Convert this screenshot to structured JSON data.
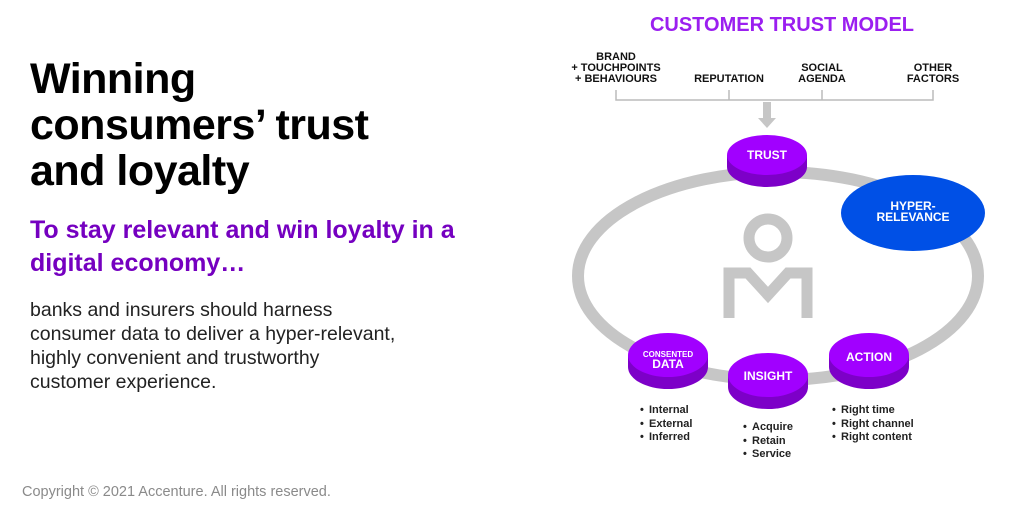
{
  "left": {
    "title_lines": [
      "Winning",
      "consumers’ trust",
      "and loyalty"
    ],
    "subtitle_lines": [
      "To stay relevant and win loyalty in a",
      "digital economy…"
    ],
    "body_lines": [
      "banks and insurers should harness",
      "consumer data to deliver a hyper-relevant,",
      "highly convenient and trustworthy",
      "customer experience."
    ],
    "copyright": "Copyright © 2021 Accenture. All rights reserved."
  },
  "diagram": {
    "title": "CUSTOMER TRUST MODEL",
    "factors": {
      "brand": [
        "BRAND",
        "+ TOUCHPOINTS",
        "+ BEHAVIOURS"
      ],
      "reputation": "REPUTATION",
      "social": [
        "SOCIAL",
        "AGENDA"
      ],
      "other": [
        "OTHER",
        "FACTORS"
      ]
    },
    "nodes": {
      "trust": "TRUST",
      "hyper": [
        "HYPER-",
        "RELEVANCE"
      ],
      "data": [
        "CONSENTED",
        "DATA"
      ],
      "insight": "INSIGHT",
      "action": "ACTION"
    },
    "bullets": {
      "data": [
        "Internal",
        "External",
        "Inferred"
      ],
      "insight": [
        "Acquire",
        "Retain",
        "Service"
      ],
      "action": [
        "Right time",
        "Right channel",
        "Right content"
      ]
    },
    "colors": {
      "purple": "#a100ff",
      "purple_dark": "#7d00c8",
      "blue": "#0050e6",
      "gray": "#c6c6c6",
      "title": "#9b1ff0"
    }
  }
}
